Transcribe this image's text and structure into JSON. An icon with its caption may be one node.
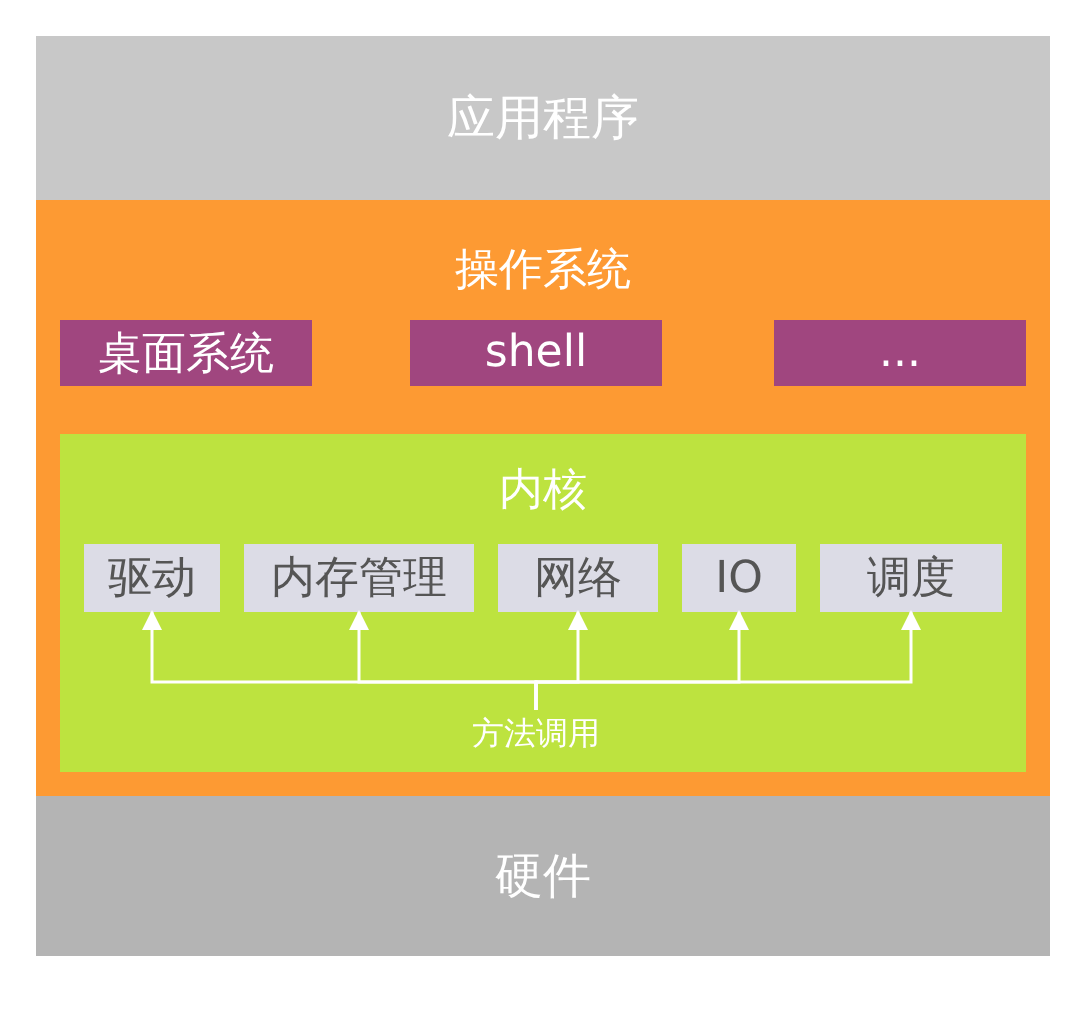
{
  "diagram": {
    "nodes": [
      {
        "text": [
          "应用程序"
        ]
      },
      {
        "text": [
          "操作系统"
        ]
      },
      {
        "text": [
          "桌面系统"
        ],
        "in": 1
      },
      {
        "text": [
          "shell"
        ],
        "in": 1
      },
      {
        "text": [
          "..."
        ],
        "in": 1
      },
      {
        "text": [
          "内核"
        ],
        "in": 1
      },
      {
        "text": [
          "驱动"
        ],
        "in": 5
      },
      {
        "text": [
          "内存管理"
        ],
        "in": 5
      },
      {
        "text": [
          "网络"
        ],
        "in": 5
      },
      {
        "text": [
          "IO"
        ],
        "in": 5
      },
      {
        "text": [
          "调度"
        ],
        "in": 5
      },
      {
        "text": [
          "方法调用"
        ],
        "in": 5
      },
      {
        "text": [
          "硬件"
        ]
      }
    ],
    "edges": [
      {
        "from": 11,
        "to": 6,
        "arrow": "to"
      },
      {
        "from": 11,
        "to": 7,
        "arrow": "to"
      },
      {
        "from": 11,
        "to": 8,
        "arrow": "to"
      },
      {
        "from": 11,
        "to": 9,
        "arrow": "to"
      },
      {
        "from": 11,
        "to": 10,
        "arrow": "to"
      }
    ]
  }
}
